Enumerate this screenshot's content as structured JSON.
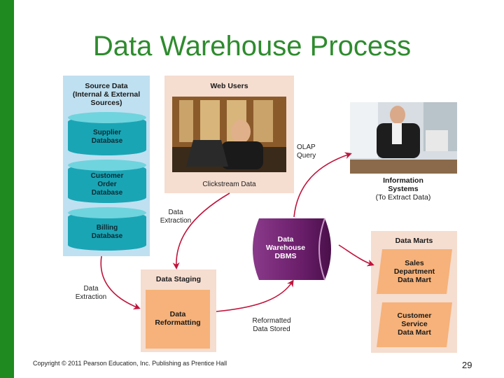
{
  "title": "Data Warehouse Process",
  "source": {
    "heading": [
      "Source Data",
      "(Internal & External",
      "Sources)"
    ],
    "databases": [
      [
        "Supplier",
        "Database"
      ],
      [
        "Customer",
        "Order",
        "Database"
      ],
      [
        "Billing",
        "Database"
      ]
    ]
  },
  "web_users": {
    "heading": "Web Users",
    "caption": "Clickstream Data"
  },
  "olap": [
    "OLAP",
    "Query"
  ],
  "info_systems": [
    "Information",
    "Systems",
    "(To Extract Data)"
  ],
  "extraction_top": [
    "Data",
    "Extraction"
  ],
  "extraction_bottom": [
    "Data",
    "Extraction"
  ],
  "dbms": [
    "Data",
    "Warehouse",
    "DBMS"
  ],
  "staging": {
    "heading": "Data Staging",
    "box": [
      "Data",
      "Reformatting"
    ]
  },
  "reformatted": [
    "Reformatted",
    "Data Stored"
  ],
  "marts": {
    "heading": "Data Marts",
    "items": [
      [
        "Sales",
        "Department",
        "Data Mart"
      ],
      [
        "Customer",
        "Service",
        "Data Mart"
      ]
    ]
  },
  "footer": "Copyright © 2011 Pearson Education, Inc. Publishing as Prentice Hall",
  "page_number": "29",
  "colors": {
    "accent_green": "#1f8a1f",
    "title_green": "#2e8b2e",
    "cylinder": "#1aa5b5",
    "dbms_purple": "#6b1f6b",
    "arrow_red": "#c0143c",
    "orange": "#f6b27a"
  }
}
